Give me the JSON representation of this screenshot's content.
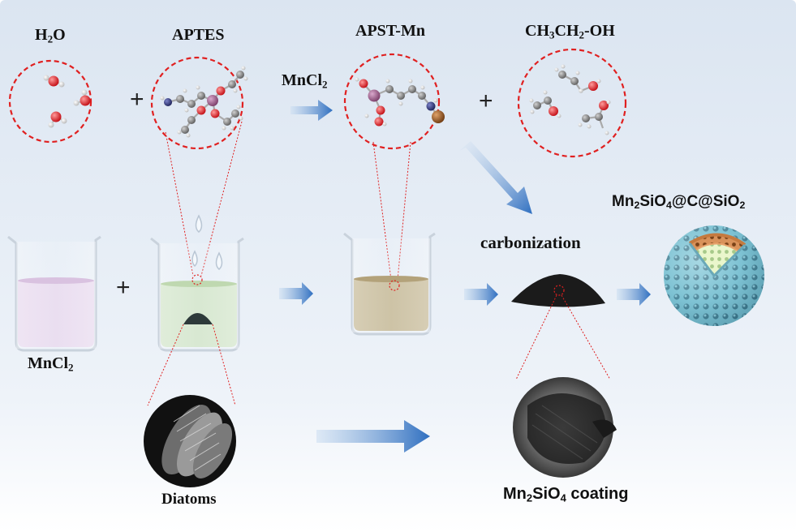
{
  "labels": {
    "water": {
      "base": "H",
      "sub": "2",
      "tail": "O"
    },
    "aptes": "APTES",
    "apst_mn": "APST-Mn",
    "ethanol": {
      "a": "CH",
      "s1": "3",
      "b": "CH",
      "s2": "2",
      "c": "-OH"
    },
    "mncl2_arrow": {
      "base": "MnCl",
      "sub": "2"
    },
    "mncl2_beaker": {
      "base": "MnCl",
      "sub": "2"
    },
    "carbonization": "carbonization",
    "product": {
      "a": "Mn",
      "s1": "2",
      "b": "SiO",
      "s2": "4",
      "c": "@C@SiO",
      "s3": "2"
    },
    "diatoms": "Diatoms",
    "coating": {
      "a": "Mn",
      "s1": "2",
      "b": "SiO",
      "s2": "4",
      "c": " coating"
    }
  },
  "plus_sign": "+",
  "colors": {
    "background_top": "#dde6f1",
    "background_bottom": "#ffffff",
    "arrow_blue": "#3b7cc7",
    "dashed_circle": "#e02020",
    "oxygen": "#e0131b",
    "hydrogen": "#f2f2f2",
    "carbon": "#8a8a8a",
    "silicon": "#9a5a86",
    "nitrogen": "#2a2f6e",
    "manganese": "#9a5b22",
    "mncl2_solution": "#e8d5ec",
    "aptes_solution": "#cfe3c3",
    "apst_solution": "#c3b48e",
    "sphere_shell": "#7ec6d6",
    "sphere_carbon": "#d28850",
    "sphere_core": "#e6f3c2"
  }
}
